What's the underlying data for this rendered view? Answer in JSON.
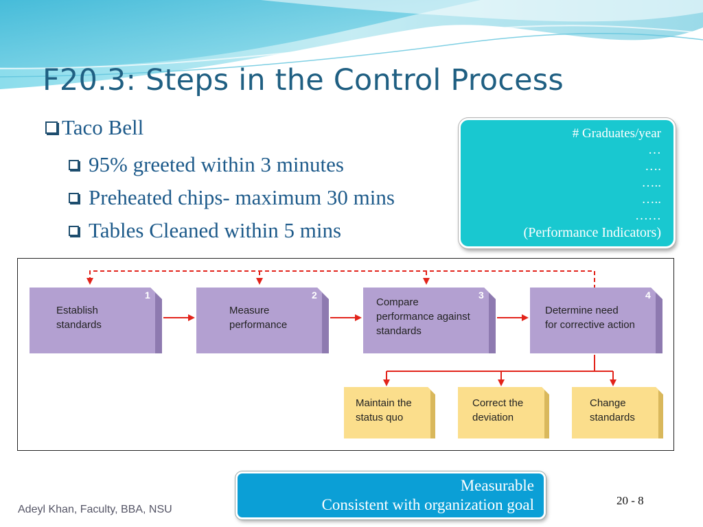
{
  "title": "F20.3: Steps in the Control Process",
  "bullets": {
    "main": "Taco Bell",
    "sub": [
      "95% greeted within 3 minutes",
      "Preheated chips- maximum 30 mins",
      "Tables Cleaned within 5 mins"
    ]
  },
  "callout": {
    "lines": [
      "# Graduates/year",
      "…",
      "….",
      "…..",
      "…..",
      "……"
    ],
    "footer": "(Performance Indicators)"
  },
  "diagram": {
    "steps": [
      {
        "number": "1",
        "line1": "Establish",
        "line2": "standards",
        "line3": ""
      },
      {
        "number": "2",
        "line1": "Measure",
        "line2": "performance",
        "line3": ""
      },
      {
        "number": "3",
        "line1": "Compare",
        "line2": "performance against",
        "line3": "standards"
      },
      {
        "number": "4",
        "line1": "Determine need",
        "line2": "for corrective action",
        "line3": ""
      }
    ],
    "actions": [
      {
        "line1": "Maintain the",
        "line2": "status quo"
      },
      {
        "line1": "Correct the",
        "line2": "deviation"
      },
      {
        "line1": "Change",
        "line2": "standards"
      }
    ],
    "colors": {
      "step_fill": "#b3a0d1",
      "step_edge": "#8e7ab0",
      "action_fill": "#fbde8c",
      "action_edge": "#d9b85c",
      "arrow": "#e2231a"
    }
  },
  "bottom_box": {
    "line1": "Measurable",
    "line2": "Consistent with organization goal"
  },
  "footer": "Adeyl Khan, Faculty, BBA, NSU",
  "page_number": "20 - 8"
}
